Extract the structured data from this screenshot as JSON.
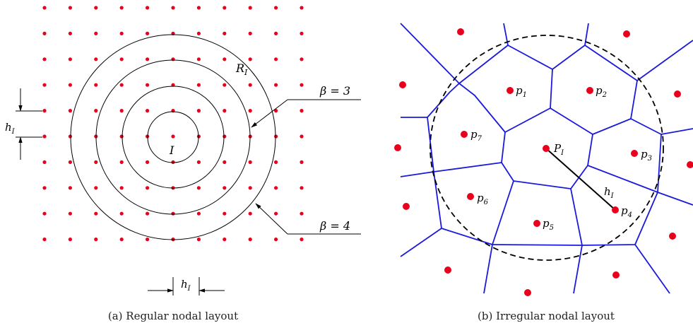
{
  "panel_a": {
    "caption": "(a) Regular nodal layout",
    "node_label": "I",
    "radius_label_main": "R",
    "radius_label_sub": "I",
    "spacing_label_main": "h",
    "spacing_label_sub": "I",
    "beta3_label": "β = 3",
    "beta4_label": "β = 4",
    "grid": {
      "columns": 11,
      "rows": 10
    },
    "circle_count": 4
  },
  "panel_b": {
    "caption": "(b) Irregular nodal layout",
    "center_label_main": "P",
    "center_label_sub": "I",
    "distance_label_main": "h",
    "distance_label_sub": "I",
    "neighbor_points": [
      {
        "main": "p",
        "sub": "1"
      },
      {
        "main": "p",
        "sub": "2"
      },
      {
        "main": "p",
        "sub": "3"
      },
      {
        "main": "p",
        "sub": "4"
      },
      {
        "main": "p",
        "sub": "5"
      },
      {
        "main": "p",
        "sub": "6"
      },
      {
        "main": "p",
        "sub": "7"
      }
    ]
  },
  "colors": {
    "node": "#e8001c",
    "voronoi_edge": "#1a1adb",
    "line": "#000000"
  }
}
